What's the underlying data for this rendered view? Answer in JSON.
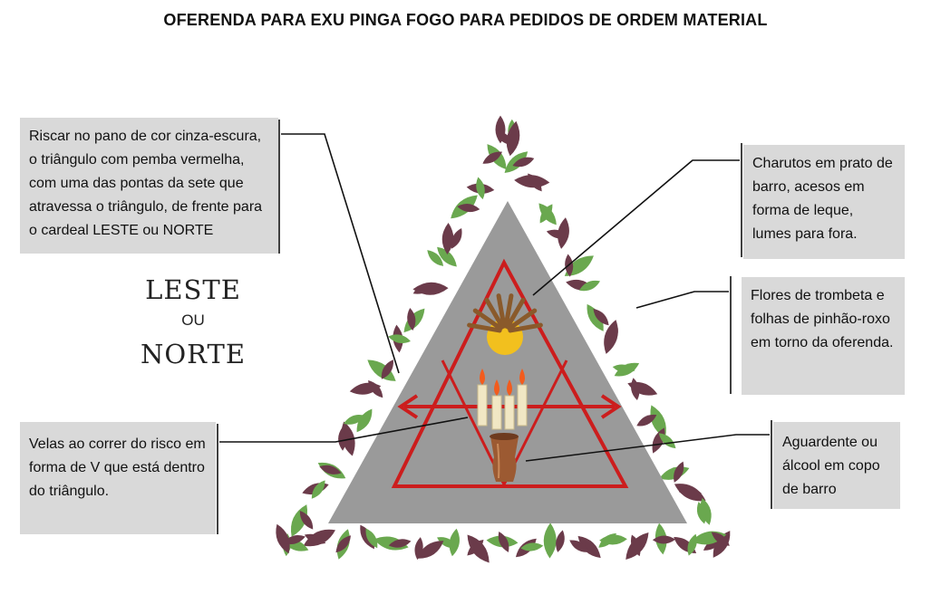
{
  "title": "OFERENDA PARA EXU PINGA FOGO PARA PEDIDOS DE ORDEM MATERIAL",
  "directions": {
    "leste": "LESTE",
    "ou": "OU",
    "norte": "NORTE"
  },
  "annotations": {
    "riscar": "Riscar no pano de cor cinza-escura, o triângulo com pemba vermelha, com uma das pontas da sete que atravessa o triângulo, de frente para o cardeal LESTE ou NORTE",
    "charutos": "Charutos em prato de barro, acesos em forma de leque, lumes para fora.",
    "flores": "Flores de trombeta e folhas de pinhão-roxo em torno da oferenda.",
    "velas": "Velas ao correr do risco em forma de V que está dentro do triângulo.",
    "aguardente": "Aguardente ou álcool em copo de barro"
  },
  "colors": {
    "cloth": "#9a9a9a",
    "pemba": "#cc1d1d",
    "plate": "#f2c01e",
    "cigar": "#8a5a2b",
    "candle": "#f1e7c4",
    "flame": "#f25c1e",
    "cup": "#9c5a32",
    "leaf_green": "#6aa84f",
    "leaf_purple": "#6b3b4a",
    "box": "#d9d9d9"
  }
}
